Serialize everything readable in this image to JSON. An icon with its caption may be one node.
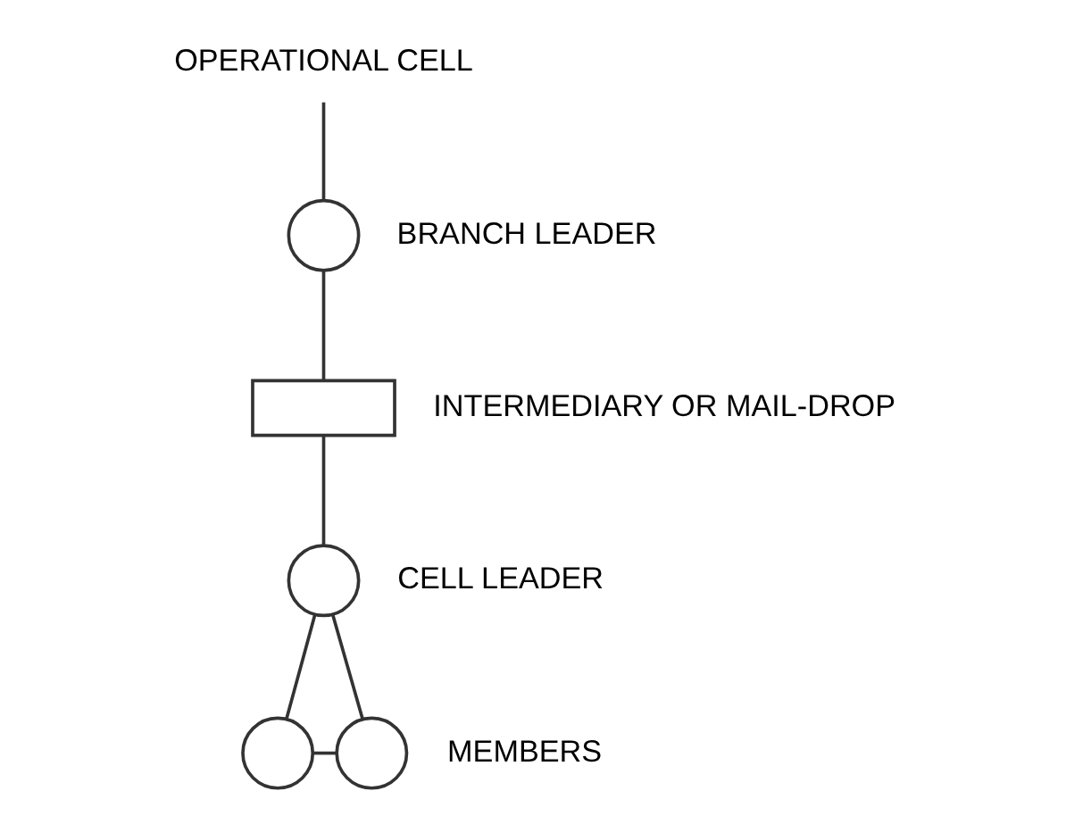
{
  "diagram": {
    "nodes": [
      {
        "text": [
          "OPERATIONAL CELL"
        ]
      },
      {
        "text": [],
        "shape": "circle",
        "beside": [
          "BRANCH LEADER"
        ]
      },
      {
        "text": [],
        "shape": "box",
        "beside": [
          "INTERMEDIARY OR MAIL-DROP"
        ]
      },
      {
        "text": [],
        "shape": "circle",
        "beside": [
          "CELL LEADER"
        ]
      },
      {
        "text": [],
        "shape": "circle"
      },
      {
        "text": [],
        "shape": "circle",
        "beside": [
          "MEMBERS"
        ]
      }
    ],
    "edges": [
      {
        "from": 0,
        "to": 1,
        "arrow": "none"
      },
      {
        "from": 1,
        "to": 2,
        "arrow": "none"
      },
      {
        "from": 2,
        "to": 3,
        "arrow": "none"
      },
      {
        "from": 3,
        "to": 4,
        "arrow": "none"
      },
      {
        "from": 3,
        "to": 5,
        "arrow": "none"
      },
      {
        "from": 4,
        "to": 5,
        "arrow": "none"
      }
    ]
  }
}
